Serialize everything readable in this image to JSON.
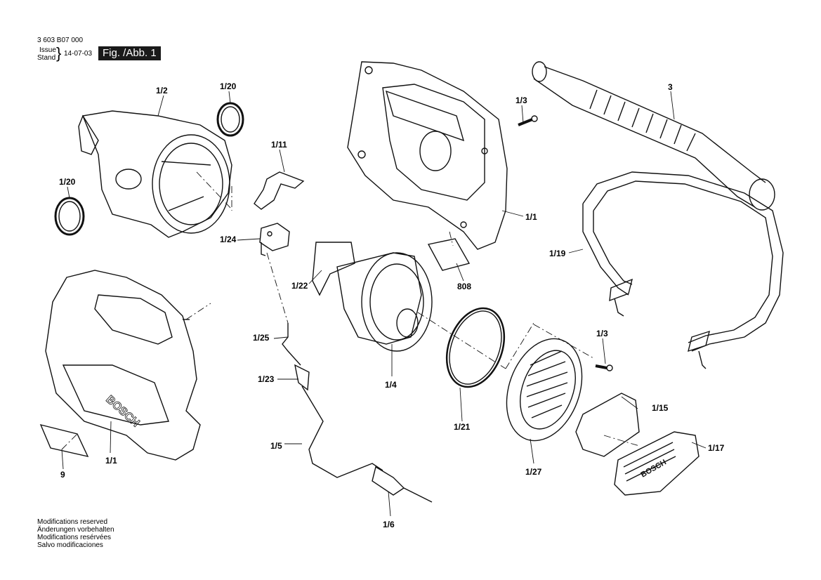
{
  "header": {
    "doc_number": "3 603 B07 000",
    "issue_label": "Issue",
    "stand_label": "Stand",
    "date": "14-07-03",
    "figure": "Fig. /Abb. 1"
  },
  "labels": {
    "p1_2": "1/2",
    "p1_20a": "1/20",
    "p1_20b": "1/20",
    "p1_11": "1/11",
    "p1_24": "1/24",
    "p1_3a": "1/3",
    "p1_3b": "1/3",
    "p1_1a": "1/1",
    "p1_1b": "1/1",
    "p3": "3",
    "p1_19": "1/19",
    "p1_22": "1/22",
    "p808": "808",
    "p1_25": "1/25",
    "p1_23": "1/23",
    "p1_4": "1/4",
    "p1_21": "1/21",
    "p1_27": "1/27",
    "p1_15": "1/15",
    "p1_17": "1/17",
    "p1_5": "1/5",
    "p1_6": "1/6",
    "p9": "9"
  },
  "brand": "BOSCH",
  "footer": {
    "line1": "Modifications reserved",
    "line2": "Änderungen vorbehalten",
    "line3": "Modifications resérvées",
    "line4": "Salvo modificaciones"
  }
}
